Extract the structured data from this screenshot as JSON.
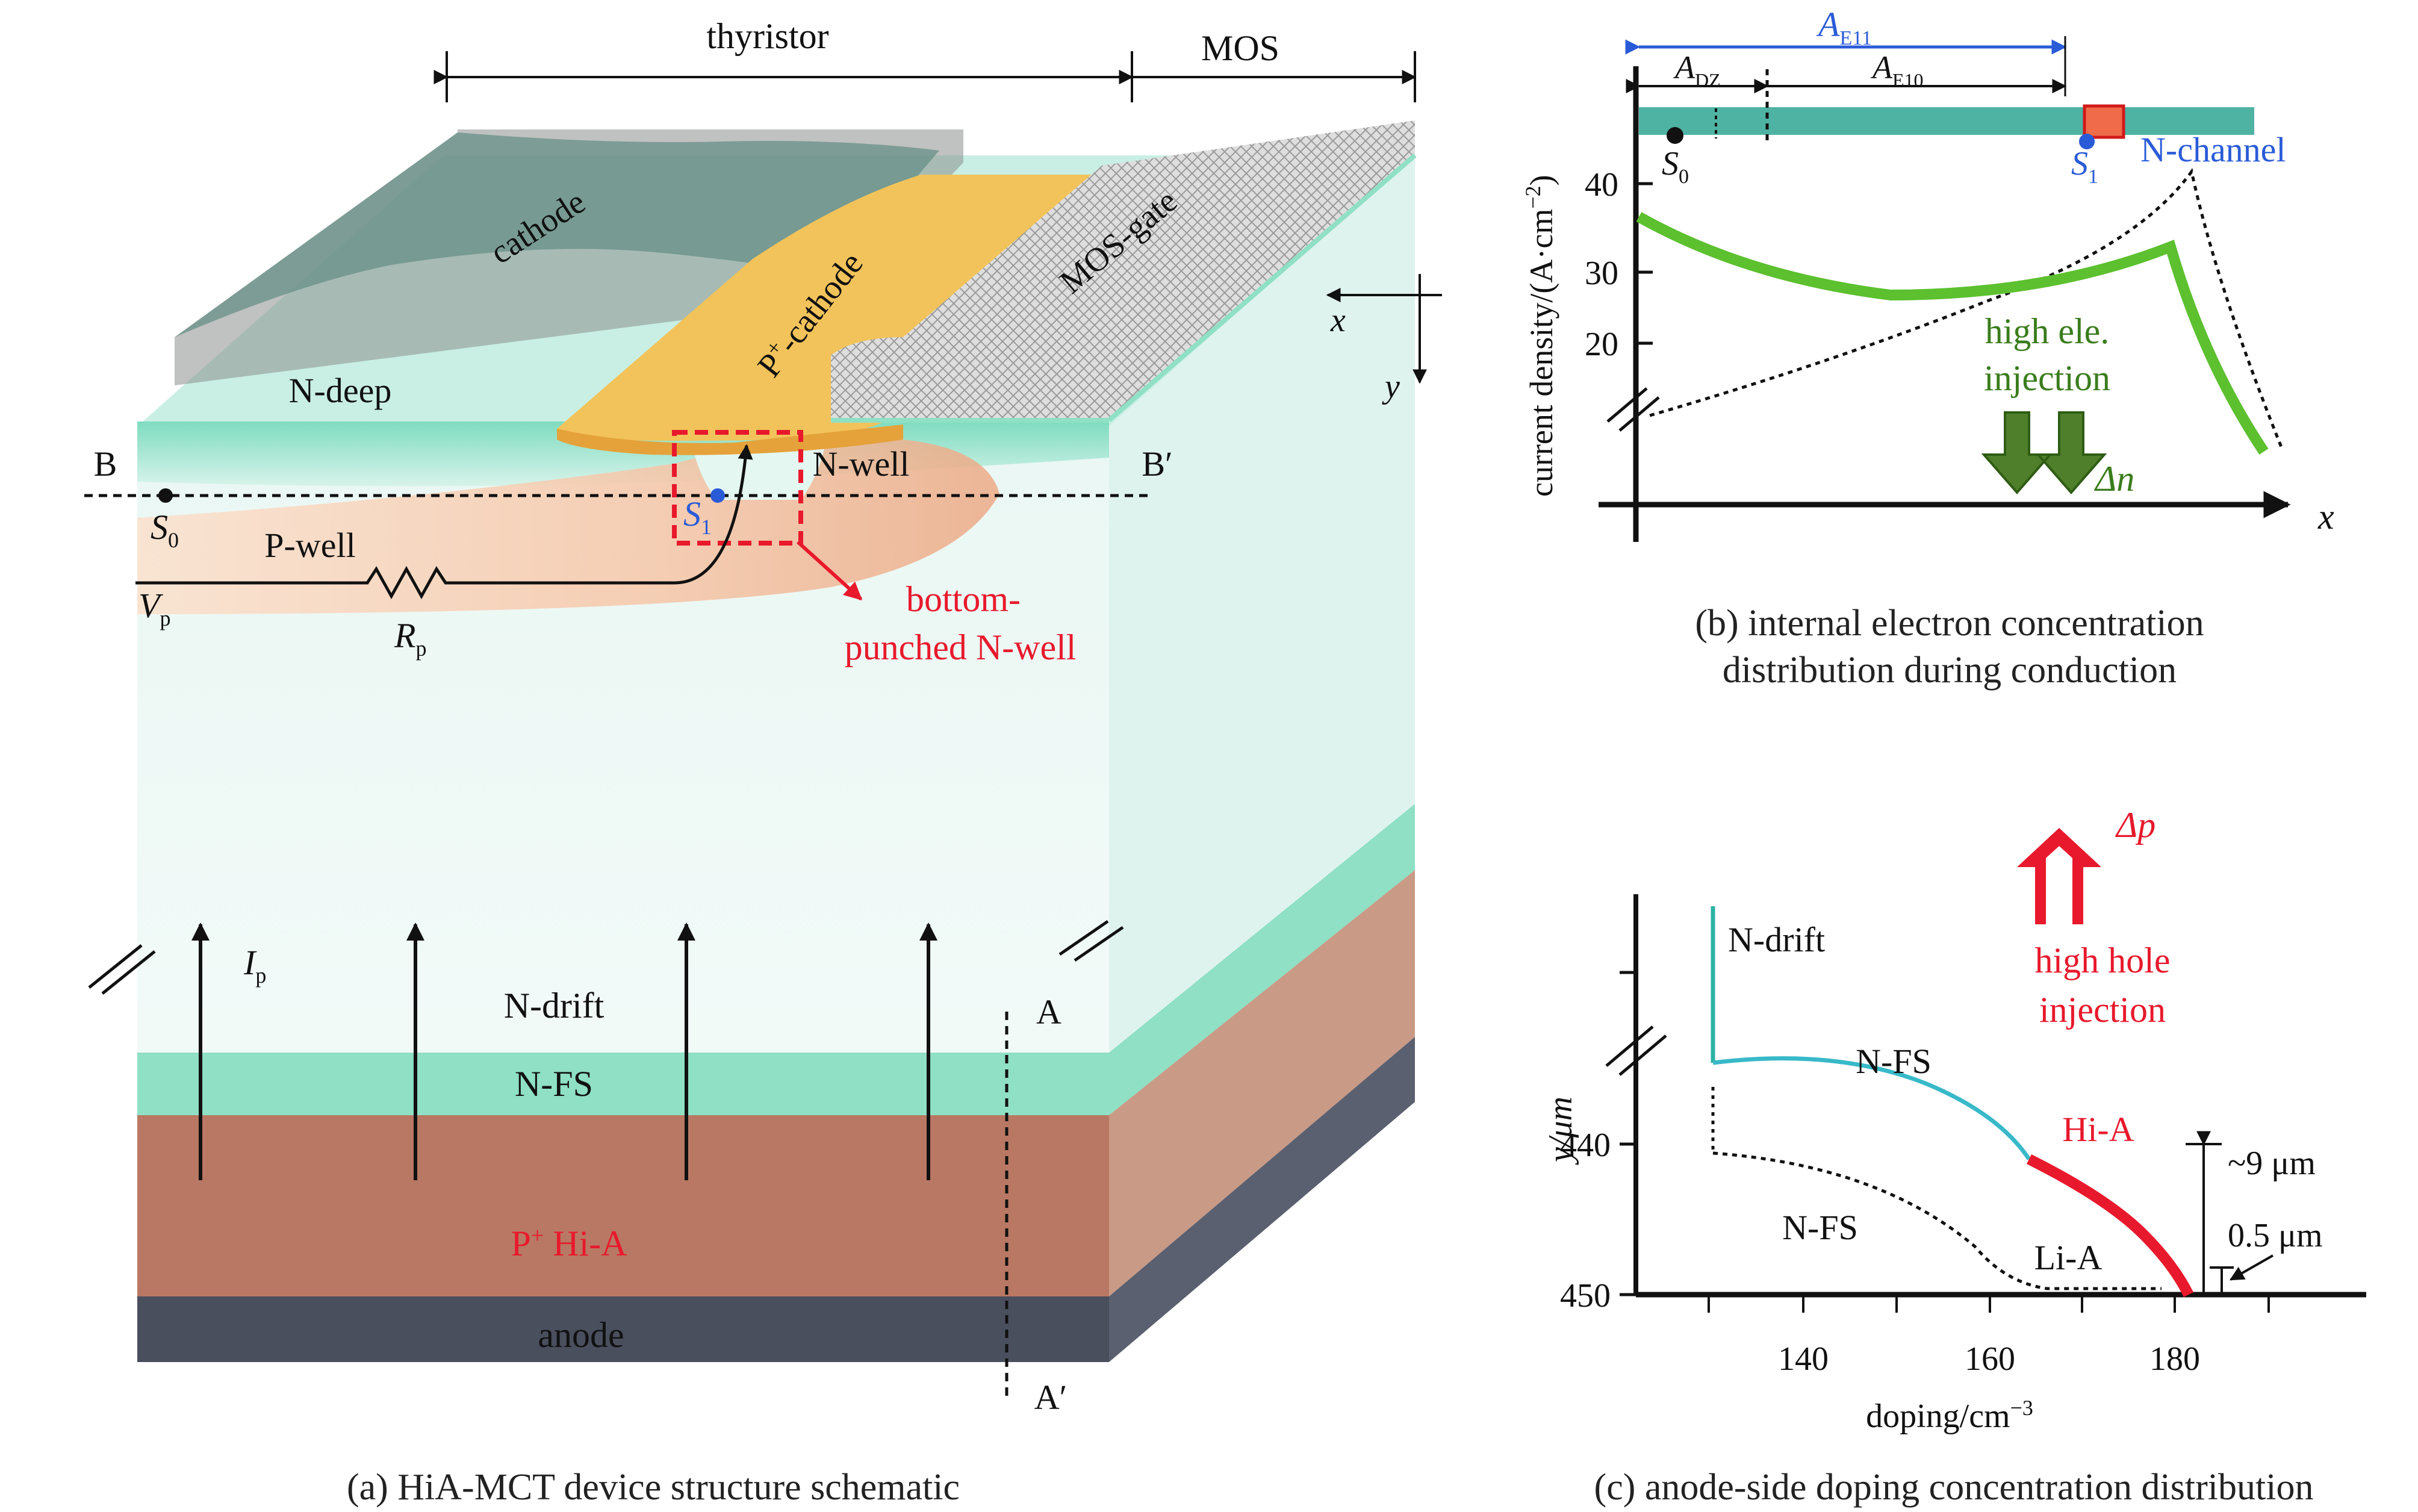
{
  "panel_a": {
    "caption": "(a) HiA-MCT device structure schematic",
    "thyristor": "thyristor",
    "mos": "MOS",
    "cathode": "cathode",
    "p_cathode_sup": "+",
    "p_cathode_rest": "-cathode",
    "mos_gate": "MOS-gate",
    "n_deep": "N-deep",
    "n_well": "N-well",
    "p_well": "P-well",
    "b": "B",
    "b_prime": "B′",
    "s0": "S",
    "s0_sub": "0",
    "s1": "S",
    "s1_sub": "1",
    "vp": "V",
    "vp_sub": "p",
    "rp": "R",
    "rp_sub": "p",
    "bottom_punched_1": "bottom-",
    "bottom_punched_2": "punched N-well",
    "ip": "I",
    "ip_sub": "p",
    "n_drift": "N-drift",
    "n_fs": "N-FS",
    "p_hi_a_sup": "+",
    "p_hi_a_rest": " Hi-A",
    "anode": "anode",
    "a": "A",
    "a_prime": "A′",
    "axis_x": "x",
    "axis_y": "y"
  },
  "panel_b": {
    "caption_line1": "(b) internal electron concentration",
    "caption_line2": "distribution during conduction",
    "ylabel": "current density/(A·cm",
    "ylabel_sup": "−2",
    "ylabel_end": ")",
    "xlabel": "x",
    "a_e11": "A",
    "a_e11_sub": "E11",
    "a_dz": "A",
    "a_dz_sub": "DZ",
    "a_e10": "A",
    "a_e10_sub": "E10",
    "s0": "S",
    "s0_sub": "0",
    "s1": "S",
    "s1_sub": "1",
    "n_channel": "N-channel",
    "high_ele_1": "high ele.",
    "high_ele_2": "injection",
    "delta_n": "Δn",
    "yticks": [
      "40",
      "30",
      "20"
    ]
  },
  "panel_c": {
    "caption": "(c) anode-side doping concentration distribution",
    "ylabel": "y/μm",
    "xlabel": "doping/cm",
    "xlabel_sup": "−3",
    "yticks": [
      "440",
      "450"
    ],
    "xticks": [
      "140",
      "160",
      "180"
    ],
    "n_drift": "N-drift",
    "n_fs_upper": "N-FS",
    "n_fs_lower": "N-FS",
    "hi_a": "Hi-A",
    "li_a": "Li-A",
    "dim_9": "~9 μm",
    "dim_05": "0.5 μm",
    "delta_p": "Δp",
    "high_hole_1": "high hole",
    "high_hole_2": "injection"
  },
  "colors": {
    "teal": "#4fb3a3",
    "n_fs": "#8fe0c4",
    "p_hi_a": "#b97863",
    "anode": "#4a4f5e",
    "gold": "#f2c35a",
    "green_curve": "#5cc02f",
    "red": "#e8192c",
    "blue": "#2a5bd7"
  }
}
